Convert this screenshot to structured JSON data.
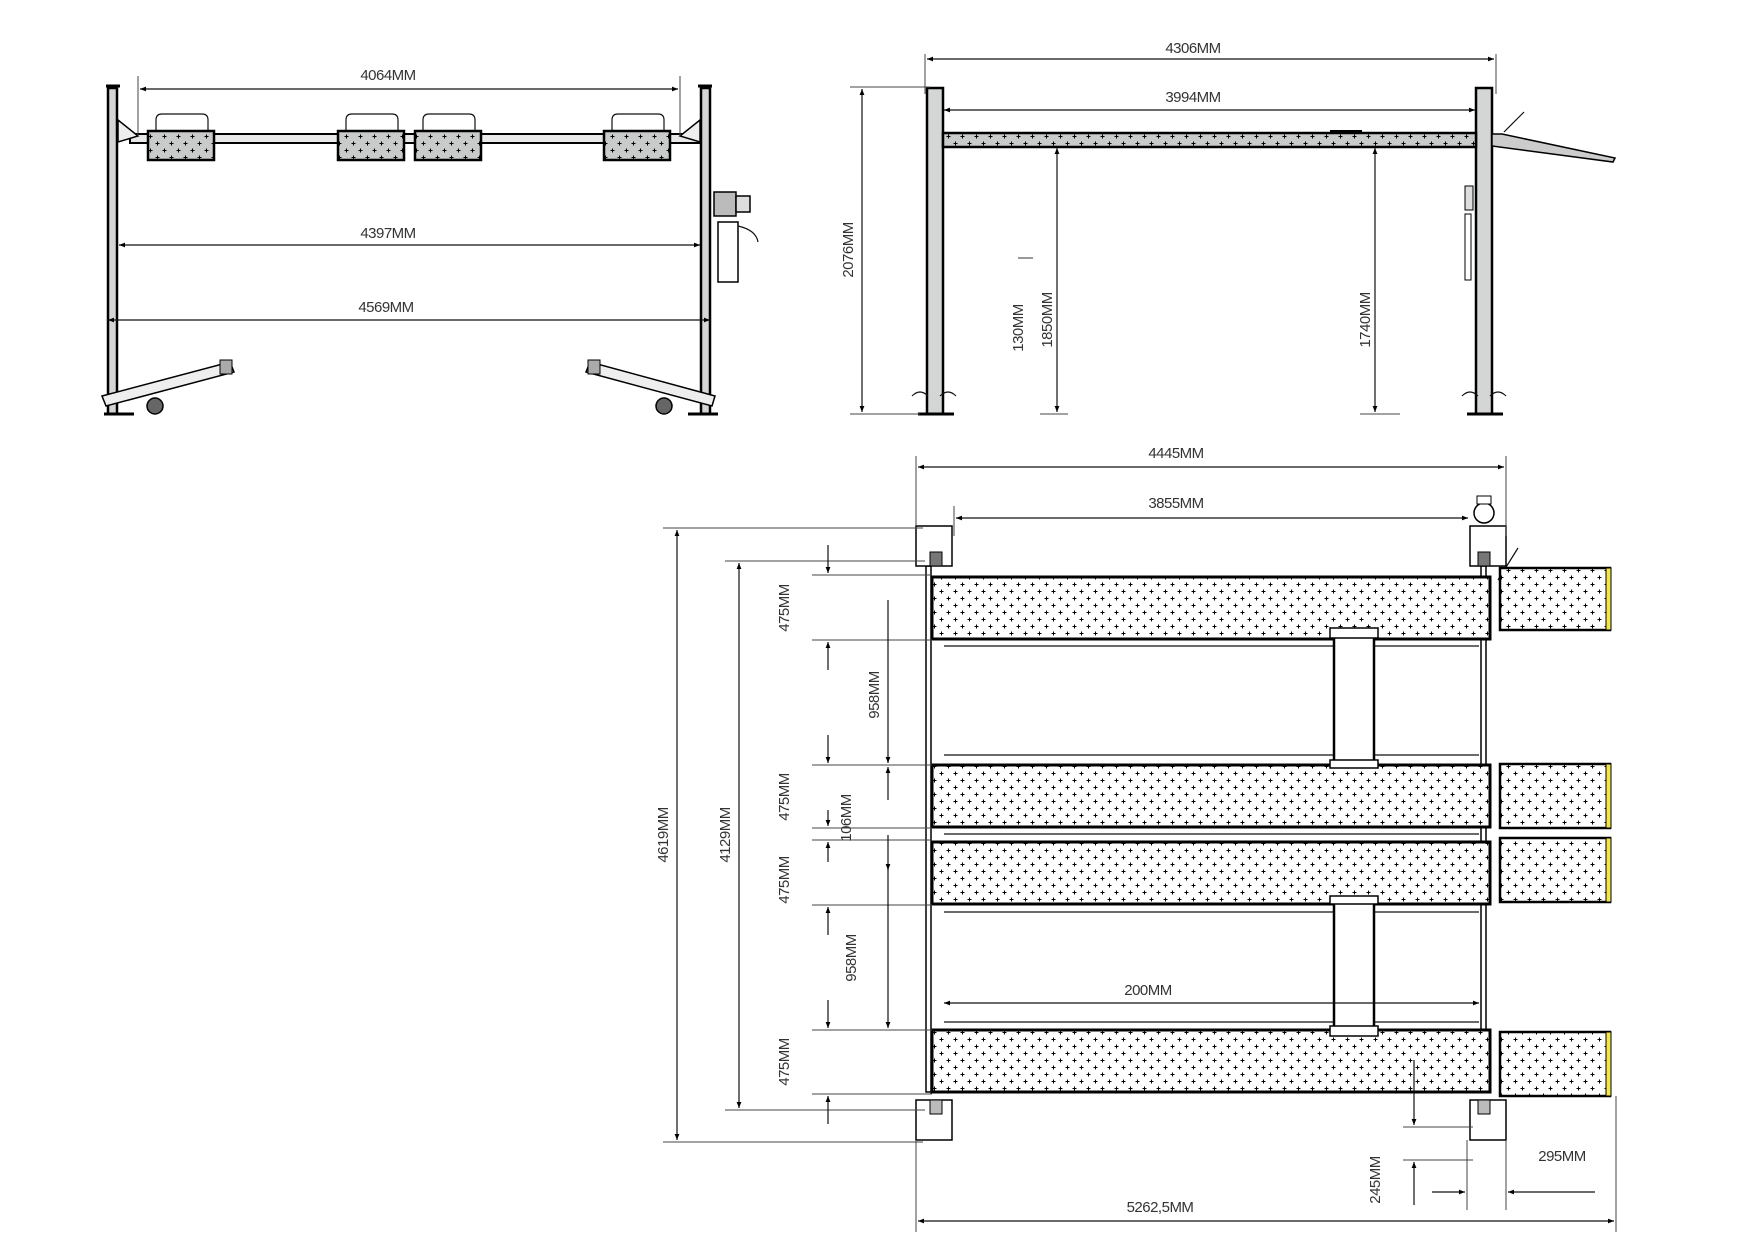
{
  "drawing": {
    "type": "technical-drawing",
    "subject": "four-post parking lift",
    "units": "MM"
  },
  "front_view": {
    "dims": {
      "inner_width": "4064MM",
      "post_inner": "4397MM",
      "overall_width": "4569MM"
    }
  },
  "side_view": {
    "dims": {
      "overall_length": "4306MM",
      "inner_length": "3994MM",
      "overall_height": "2076MM",
      "deck_thickness": "130MM",
      "max_height": "1850MM",
      "clearance": "1740MM",
      "tick": "—"
    }
  },
  "top_view": {
    "dims": {
      "overall_width": "4445MM",
      "inner_width": "3855MM",
      "overall_depth": "4619MM",
      "post_spacing": "4129MM",
      "runway_1": "475MM",
      "gap_1": "958MM",
      "runway_2": "475MM",
      "center_gap": "106MM",
      "runway_3": "475MM",
      "gap_2": "958MM",
      "runway_4": "475MM",
      "crossbar": "200MM",
      "overall_length": "5262,5MM",
      "base_offset": "245MM",
      "post_width": "295MM"
    }
  },
  "colors": {
    "line": "#000000",
    "post_fill": "#d4d6d6",
    "ramp_edge": "#f2e64a",
    "text": "#333333"
  }
}
